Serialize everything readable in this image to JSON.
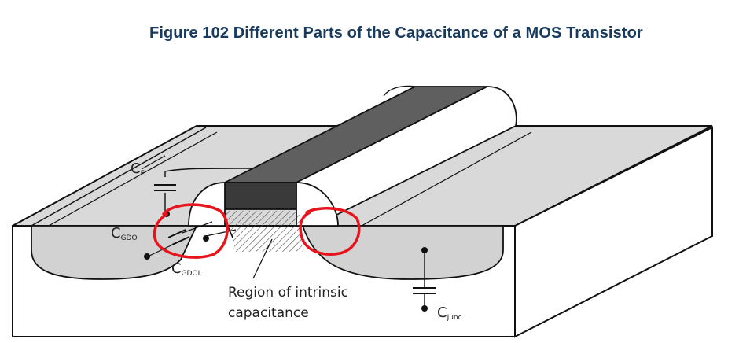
{
  "figure": {
    "title": "Figure 102 Different Parts of the Capacitance of a MOS Transistor"
  },
  "labels": {
    "cf_main": "C",
    "cf_sub": "F",
    "cgdo_main": "C",
    "cgdo_sub": "GDO",
    "cgdol_main": "C",
    "cgdol_sub": "GDOL",
    "region_line1": "Region of intrinsic",
    "region_line2": "capacitance",
    "cjunc_main": "C",
    "cjunc_sub": "Junc"
  },
  "colors": {
    "title": "#173a5e",
    "surface": "#d9d9d9",
    "gate_top": "#5f5f5f",
    "gate_front": "#3a3a3a",
    "annotation": "#e8131b",
    "outline": "#111111"
  }
}
